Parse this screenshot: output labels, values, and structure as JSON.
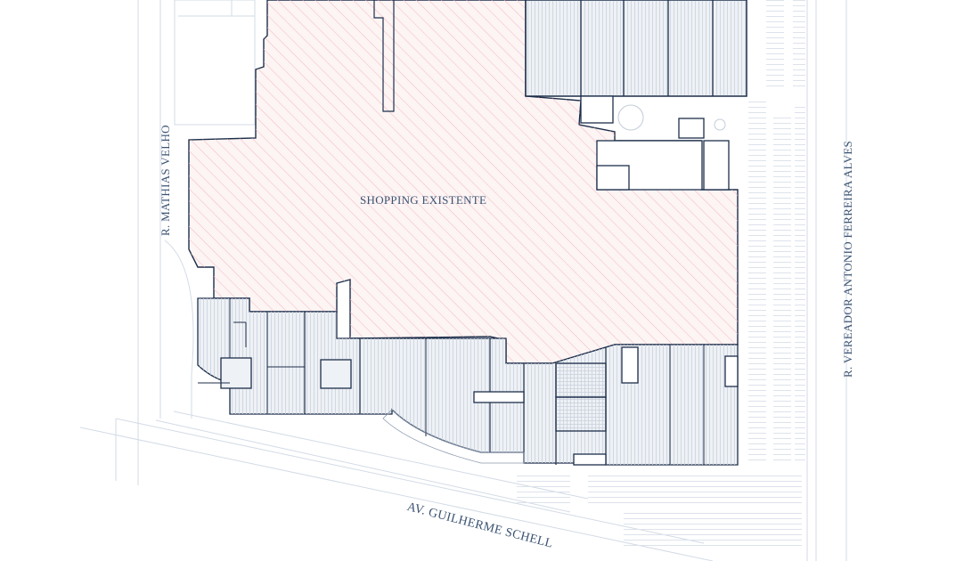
{
  "map": {
    "title": "",
    "labels": {
      "existing_mall": "SHOPPING EXISTENTE",
      "street_west": "R. MATHIAS VELHO",
      "street_east": "R. VEREADOR ANTONIO FERREIRA ALVES",
      "street_south": "AV. GUILHERME SCHELL"
    },
    "colors": {
      "existing_fill": "#fdf4f4",
      "existing_hatch": "#f2b9bf",
      "outline_dark": "#1d2e4a",
      "new_fill": "#eef1f5",
      "new_stripe": "#c9d2de",
      "context_line": "#d3dbe6",
      "label_text": "#3b5372"
    }
  }
}
